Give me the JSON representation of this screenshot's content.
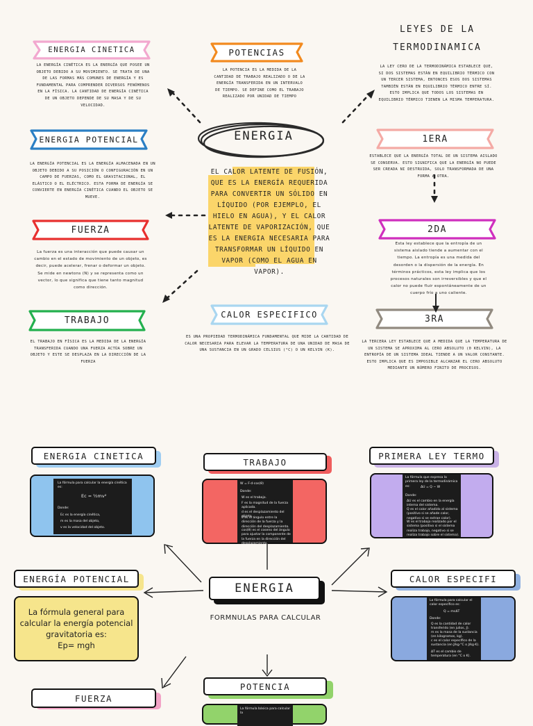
{
  "top": {
    "center_title": "ENERGIA",
    "leyes_title": [
      "LEYES DE LA",
      "TERMODINAMICA"
    ],
    "highlight_text": "EL CALOR LATENTE DE FUSIÓN, QUE ES LA ENERGÍA REQUERIDA PARA CONVERTIR UN SÓLIDO EN LÍQUIDO (POR EJEMPLO, EL HIELO EN AGUA), Y EL CALOR LATENTE DE VAPORIZACIÓN, QUE ES LA ENERGIA NECESARIA PARA TRANSFORMAR UN LÍQUIDO EN VAPOR (COMO EL AGUA EN VAPOR).",
    "cinetica": {
      "label": "ENERGIA CINETICA",
      "text": "LA ENERGÍA CINÉTICA ES LA ENERGÍA QUE POSEE UN OBJETO DEBIDO A SU MOVIMIENTO. SE TRATA DE UNA DE LAS FORMAS MÁS COMUNES DE ENERGÍA Y ES FUNDAMENTAL PARA COMPRENDER DIVERSOS FENÓMENOS EN LA FÍSICA. LA CANTIDAD DE ENERGÍA CINÉTICA DE UN OBJETO DEPENDE DE SU MASA Y DE SU VELOCIDAD."
    },
    "potencial": {
      "label": "ENERGIA POTENCIAL",
      "text": "LA ENERGÍA POTENCIAL ES LA ENERGÍA ALMACENADA EN UN OBJETO DEBIDO A SU POSICIÓN O CONFIGURACIÓN EN UN CAMPO DE FUERZAS, COMO EL GRAVITACIONAL, EL ELÁSTICO O EL ELÉCTRICO. ESTA FORMA DE ENERGÍA SE CONVIERTE EN ENERGÍA CINÉTICA CUANDO EL OBJETO SE MUEVE."
    },
    "fuerza": {
      "label": "FUERZA",
      "text": "La fuerza es una interacción que puede causar un cambio en el estado de movimiento de un objeto, es decir, puede acelerar, frenar o deformar un objeto. Se mide en newtons (N) y se representa como un vector, lo que significa que tiene tanto magnitud como dirección."
    },
    "trabajo": {
      "label": "TRABAJO",
      "text": "EL TRABAJO EN FÍSICA ES LA MEDIDA DE LA ENERGÍA TRANSFERIDA CUANDO UNA FUERZA ACTÚA SOBRE UN OBJETO Y ESTE SE DESPLAZA EN LA DIRECCIÓN DE LA FUERZA"
    },
    "potencias": {
      "label": "POTENCIAS",
      "text": "LA POTENCIA ES LA MEDIDA DE LA CANTIDAD DE TRABAJO REALIZADO O DE LA ENERGÍA TRANSFERIDA EN UN INTERVALO DE TIEMPO. SE DEFINE COMO EL TRABAJO REALIZADO POR UNIDAD DE TIEMPO"
    },
    "calor": {
      "label": "CALOR ESPECIFICO",
      "text": "ES UNA PROPIEDAD TERMODINÁMICA FUNDAMENTAL QUE MIDE LA CANTIDAD DE CALOR NECESARIA PARA ELEVAR LA TEMPERATURA DE UNA UNIDAD DE MASA DE UNA SUSTANCIA EN UN GRADO CELSIUS (°C) O UN KELVIN (K)."
    },
    "ley0_text": "LA LEY CERO DE LA TERMODINÁMICA ESTABLECE QUE, SI DOS SISTEMAS ESTÁN EN EQUILIBRIO TÉRMICO CON UN TERCER SISTEMA, ENTONCES ESOS DOS SISTEMAS TAMBIÉN ESTÁN EN EQUILIBRIO TÉRMICO ENTRE SÍ. ESTO IMPLICA QUE TODOS LOS SISTEMAS EN EQUILIBRIO TÉRMICO TIENEN LA MISMA TEMPERATURA.",
    "ley1": {
      "label": "1ERA",
      "text": "ESTABLECE QUE LA ENERGÍA TOTAL DE UN SISTEMA AISLADO SE CONSERVA. ESTO SIGNIFICA QUE LA ENERGÍA NO PUEDE SER CREADA NI DESTRUIDA, SOLO TRANSFORMADA DE UNA FORMA A OTRA."
    },
    "ley2": {
      "label": "2DA",
      "text": "Esta ley establece que la entropía de un sistema aislado tiende a aumentar con el tiempo. La entropía es una medida del desorden o la dispersión de la energía. En términos prácticos, esta ley implica que los procesos naturales son irreversibles y que el calor no puede fluir espontáneamente de un cuerpo frío a uno caliente."
    },
    "ley3": {
      "label": "3RA",
      "text": "LA TERCERA LEY ESTABLECE QUE A MEDIDA QUE LA TEMPERATURA DE UN SISTEMA SE APROXIMA AL CERO ABSOLUTO (0 KELVIN), LA ENTROPÍA DE UN SISTEMA IDEAL TIENDE A UN VALOR CONSTANTE. ESTO IMPLICA QUE ES IMPOSIBLE ALCANZAR EL CERO ABSOLUTO MEDIANTE UN NÚMERO FINITO DE PROCESOS."
    }
  },
  "bottom": {
    "center_title": "ENERGIA",
    "subtitle": "FORMNULAS PARA CALCULAR",
    "labels": {
      "cinetica": "ENERGIA CINETICA",
      "trabajo": "TRABAJO",
      "primera": "PRIMERA LEY TERMO",
      "potencial": "ENERGÍA POTENCIAL",
      "calor": "CALOR ESPECIFI",
      "fuerza": "FUERZA",
      "potencia": "POTENCIA"
    },
    "potencial_formula": "La fórmula general para calcular la energía potencial gravitatoria es:\nEp= mgh",
    "cinetica_card": {
      "intro": "La fórmula para calcular la energía cinética es:",
      "formula": "Ec = ½mv²",
      "donde": "Donde:",
      "items": [
        "Ec es la energía cinética,",
        "m es la masa del objeto,",
        "v es la velocidad del objeto."
      ]
    },
    "trabajo_card": {
      "formula": "W = F·d·cos(θ)",
      "donde": "Donde:",
      "items": [
        "W es el trabajo.",
        "F es la magnitud de la fuerza aplicada.",
        "d es el desplazamiento del objeto.",
        "θ es el ángulo entre la dirección de la fuerza y la dirección del desplazamiento.",
        "cos(θ) es el coseno del ángulo para ajustar la componente de la fuerza en la dirección del desplazamiento."
      ]
    },
    "primera_card": {
      "intro": "La fórmula que expresa la primera ley de la termodinámica es:",
      "formula": "ΔU = Q − W",
      "donde": "Donde:",
      "items": [
        "ΔU es el cambio en la energía interna del sistema.",
        "Q es el calor añadido al sistema (positivo si se añade calor, negativo si se extrae calor).",
        "W es el trabajo realizado por el sistema (positivo si el sistema realiza trabajo, negativo si se realiza trabajo sobre el sistema)."
      ]
    },
    "calor_card": {
      "intro": "La fórmula para calcular el calor específico es:",
      "formula": "Q = mcΔT",
      "donde": "Donde:",
      "items": [
        "Q es la cantidad de calor transferido (en julios, J).",
        "m es la masa de la sustancia (en kilogramos, kg).",
        "c es el calor específico de la sustancia (en J/kg·°C o J/kg·K).",
        "ΔT es el cambio de temperatura (en °C o K)."
      ]
    },
    "potencia_card": {
      "intro": "La fórmula básica para calcular la"
    }
  }
}
